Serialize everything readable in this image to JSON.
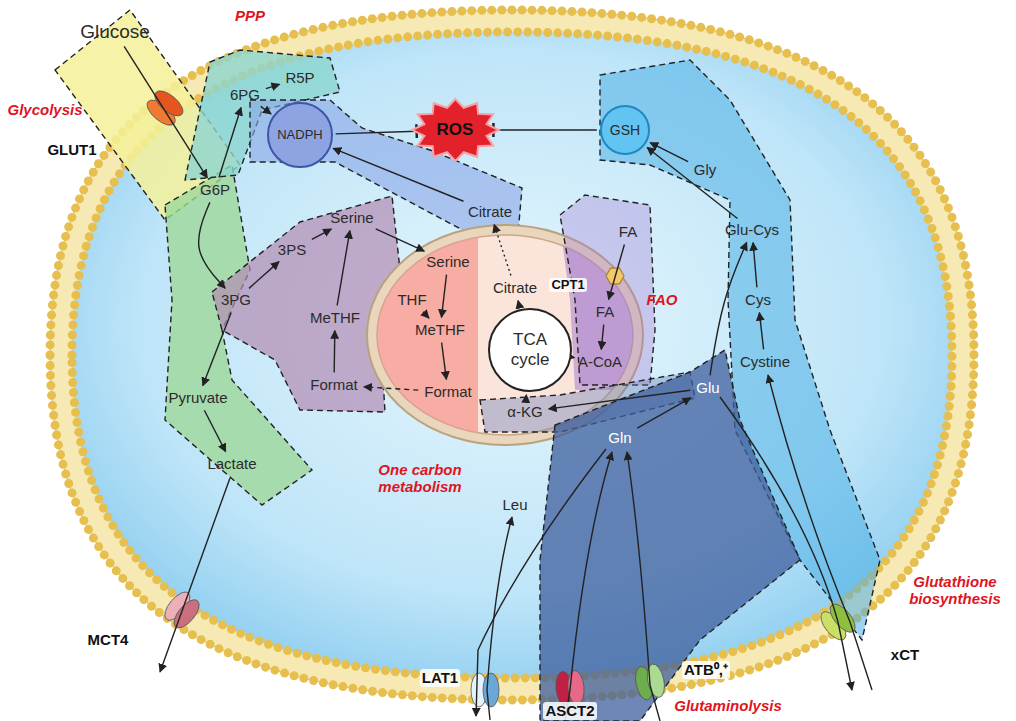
{
  "diagram": {
    "nodes": [
      {
        "text": [
          "Glucose"
        ]
      },
      {
        "text": [
          "G6P"
        ]
      },
      {
        "text": [
          "6PG"
        ]
      },
      {
        "text": [
          "R5P"
        ]
      },
      {
        "text": [
          "NADPH"
        ]
      },
      {
        "text": [
          "ROS"
        ]
      },
      {
        "text": [
          "GSH"
        ]
      },
      {
        "text": [
          "3PG"
        ]
      },
      {
        "text": [
          "3PS"
        ]
      },
      {
        "text": [
          "Serine"
        ]
      },
      {
        "text": [
          "MeTHF"
        ]
      },
      {
        "text": [
          "Format"
        ]
      },
      {
        "text": [
          "Pyruvate"
        ]
      },
      {
        "text": [
          "Lactate"
        ]
      },
      {
        "text": [
          "Serine"
        ]
      },
      {
        "text": [
          "THF"
        ]
      },
      {
        "text": [
          "MeTHF"
        ]
      },
      {
        "text": [
          "Format"
        ]
      },
      {
        "text": [
          "Citrate"
        ]
      },
      {
        "text": [
          "Citrate"
        ]
      },
      {
        "text": [
          "FA"
        ]
      },
      {
        "text": [
          "FA"
        ]
      },
      {
        "text": [
          "A-CoA"
        ]
      },
      {
        "text": [
          "TCA cycle"
        ]
      },
      {
        "text": [
          "α-KG"
        ]
      },
      {
        "text": [
          "Glu"
        ]
      },
      {
        "text": [
          "Gln"
        ]
      },
      {
        "text": [
          "Leu"
        ]
      },
      {
        "text": [
          "Cystine"
        ]
      },
      {
        "text": [
          "Cys"
        ]
      },
      {
        "text": [
          "Glu-Cys"
        ]
      },
      {
        "text": [
          "Gly"
        ]
      }
    ],
    "edges": [
      {
        "from": 0,
        "to": 1,
        "arrow": "to"
      },
      {
        "from": 1,
        "to": 2,
        "arrow": "to"
      },
      {
        "from": 2,
        "to": 3,
        "arrow": "to"
      },
      {
        "from": 2,
        "to": 4,
        "arrow": "to"
      },
      {
        "from": 1,
        "to": 7,
        "arrow": "to"
      },
      {
        "from": 7,
        "to": 8,
        "arrow": "to"
      },
      {
        "from": 8,
        "to": 9,
        "arrow": "to"
      },
      {
        "from": 7,
        "to": 12,
        "arrow": "to"
      },
      {
        "from": 12,
        "to": 13,
        "arrow": "to"
      },
      {
        "from": 9,
        "to": 14,
        "arrow": "to"
      },
      {
        "from": 14,
        "to": 16,
        "arrow": "to"
      },
      {
        "from": 15,
        "to": 16,
        "arrow": "to"
      },
      {
        "from": 16,
        "to": 17,
        "arrow": "to"
      },
      {
        "from": 17,
        "to": 11,
        "arrow": "to"
      },
      {
        "from": 11,
        "to": 10,
        "arrow": "to"
      },
      {
        "from": 10,
        "to": 9,
        "arrow": "to"
      },
      {
        "from": 23,
        "to": 19,
        "arrow": "to"
      },
      {
        "from": 19,
        "to": 18,
        "arrow": "to"
      },
      {
        "from": 18,
        "to": 4,
        "arrow": "to"
      },
      {
        "from": 4,
        "to": 5,
        "arrow": "to"
      },
      {
        "from": 6,
        "to": 5,
        "arrow": "to"
      },
      {
        "from": 20,
        "to": 21,
        "arrow": "to"
      },
      {
        "from": 21,
        "to": 22,
        "arrow": "to"
      },
      {
        "from": 22,
        "to": 23,
        "arrow": "to"
      },
      {
        "from": 24,
        "to": 23,
        "arrow": "to"
      },
      {
        "from": 25,
        "to": 24,
        "arrow": "to"
      },
      {
        "from": 26,
        "to": 25,
        "arrow": "to"
      },
      {
        "from": 25,
        "to": 30,
        "arrow": "to"
      },
      {
        "from": 28,
        "to": 29,
        "arrow": "to"
      },
      {
        "from": 29,
        "to": 30,
        "arrow": "to"
      },
      {
        "from": 30,
        "to": 6,
        "arrow": "to"
      },
      {
        "from": 31,
        "to": 6,
        "arrow": "to"
      }
    ],
    "labels": [
      "Glycolysis",
      "PPP",
      "One carbon metabolism",
      "FAO",
      "Glutathione biosynthesis",
      "Glutaminolysis",
      "GLUT1",
      "MCT4",
      "LAT1",
      "ASCT2",
      "ATB⁰,⁺",
      "xCT",
      "CPT1"
    ]
  }
}
